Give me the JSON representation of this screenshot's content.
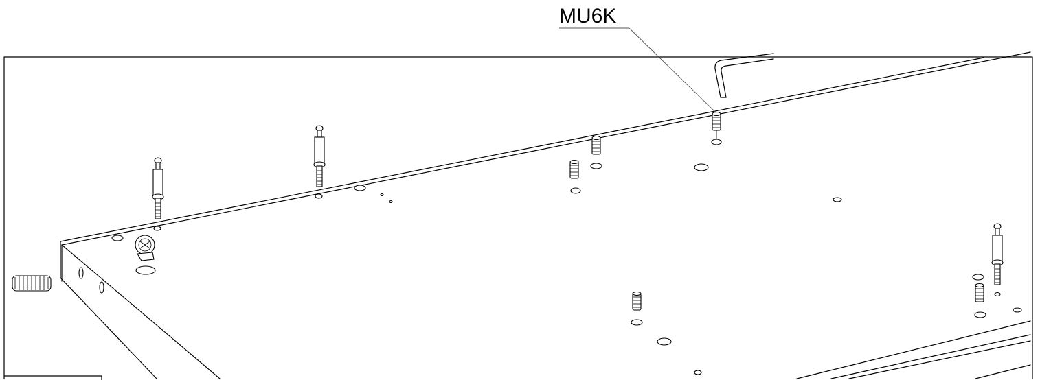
{
  "callout": {
    "label": "MU6K"
  },
  "colors": {
    "line": "#000000",
    "paper": "#ffffff",
    "leader": "#555555"
  },
  "parts": {
    "pins_count": 3,
    "inserts_count": 6
  }
}
